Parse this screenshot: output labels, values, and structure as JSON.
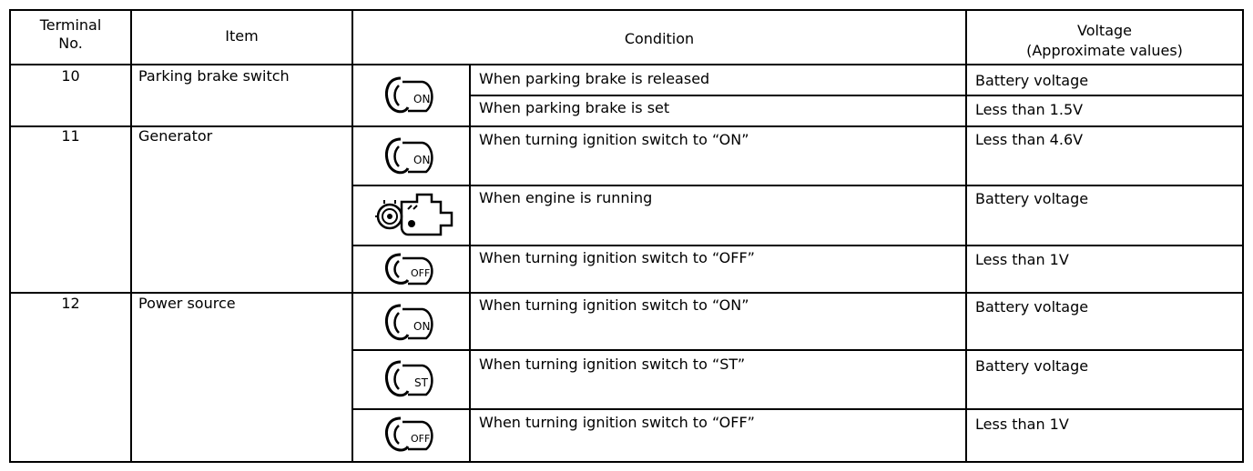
{
  "headers": {
    "terminal_line1": "Terminal",
    "terminal_line2": "No.",
    "item": "Item",
    "condition": "Condition",
    "voltage_line1": "Voltage",
    "voltage_line2": "(Approximate values)"
  },
  "rows": [
    {
      "terminal": "10",
      "item": "Parking brake switch",
      "icon": "ignition-key-on-icon",
      "icon_label": "ON",
      "conditions": [
        {
          "text": "When parking brake is released",
          "voltage": "Battery voltage"
        },
        {
          "text": "When parking brake is set",
          "voltage": "Less than 1.5V"
        }
      ]
    },
    {
      "terminal": "11",
      "item": "Generator",
      "conditions": [
        {
          "icon": "ignition-key-on-icon",
          "icon_label": "ON",
          "text": "When turning ignition switch to “ON”",
          "voltage": "Less than 4.6V"
        },
        {
          "icon": "engine-running-icon",
          "text": "When engine is running",
          "voltage": "Battery voltage"
        },
        {
          "icon": "ignition-key-off-icon",
          "icon_label": "OFF",
          "text": "When turning ignition switch to “OFF”",
          "voltage": "Less than 1V"
        }
      ]
    },
    {
      "terminal": "12",
      "item": "Power source",
      "conditions": [
        {
          "icon": "ignition-key-on-icon",
          "icon_label": "ON",
          "text": "When turning ignition switch to “ON”",
          "voltage": "Battery voltage"
        },
        {
          "icon": "ignition-key-st-icon",
          "icon_label": "ST",
          "text": "When turning ignition switch to “ST”",
          "voltage": "Battery voltage"
        },
        {
          "icon": "ignition-key-off-icon",
          "icon_label": "OFF",
          "text": "When turning ignition switch to “OFF”",
          "voltage": "Less than 1V"
        }
      ]
    }
  ]
}
